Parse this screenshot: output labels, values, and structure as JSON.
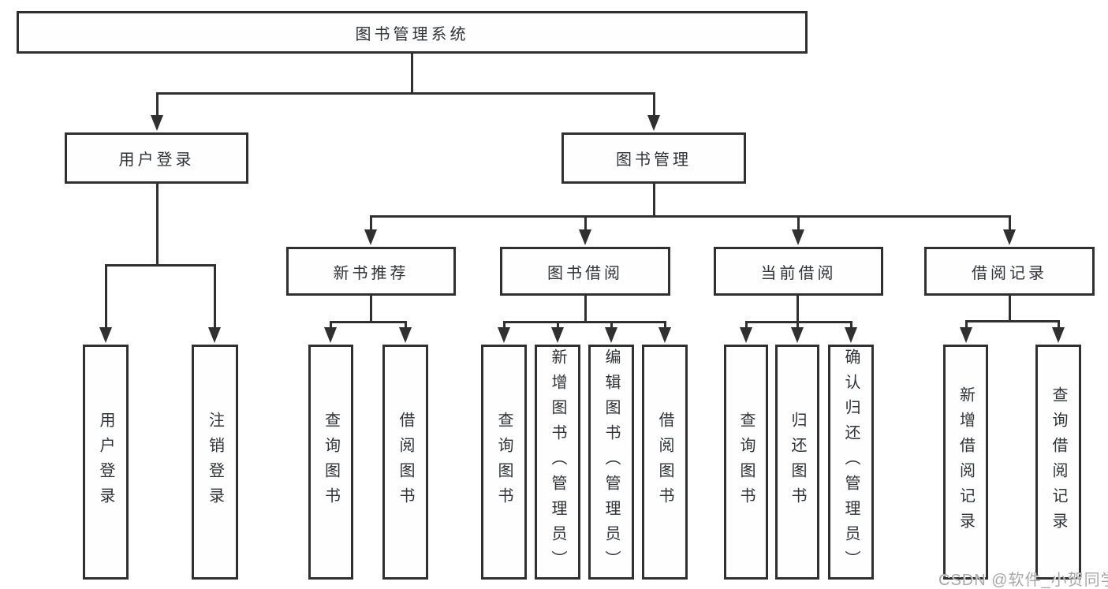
{
  "nodes": {
    "root": "图书管理系统",
    "user_login": "用户登录",
    "book_mgmt": "图书管理",
    "user_children": [
      "用户登录",
      "注销登录"
    ],
    "sections": [
      {
        "label": "新书推荐",
        "children": [
          "查询图书",
          "借阅图书"
        ]
      },
      {
        "label": "图书借阅",
        "children": [
          "查询图书",
          "新增图书（管理员）",
          "编辑图书（管理员）",
          "借阅图书"
        ]
      },
      {
        "label": "当前借阅",
        "children": [
          "查询图书",
          "归还图书",
          "确认归还（管理员）"
        ]
      },
      {
        "label": "借阅记录",
        "children": [
          "新增借阅记录",
          "查询借阅记录"
        ]
      }
    ]
  },
  "watermark": "CSDN @软件_小贺同学",
  "colors": {
    "line": "#303030",
    "text": "#2f3237",
    "box_background": "#fefefe",
    "watermark": "#a8a8a8",
    "background": "#ffffff"
  }
}
